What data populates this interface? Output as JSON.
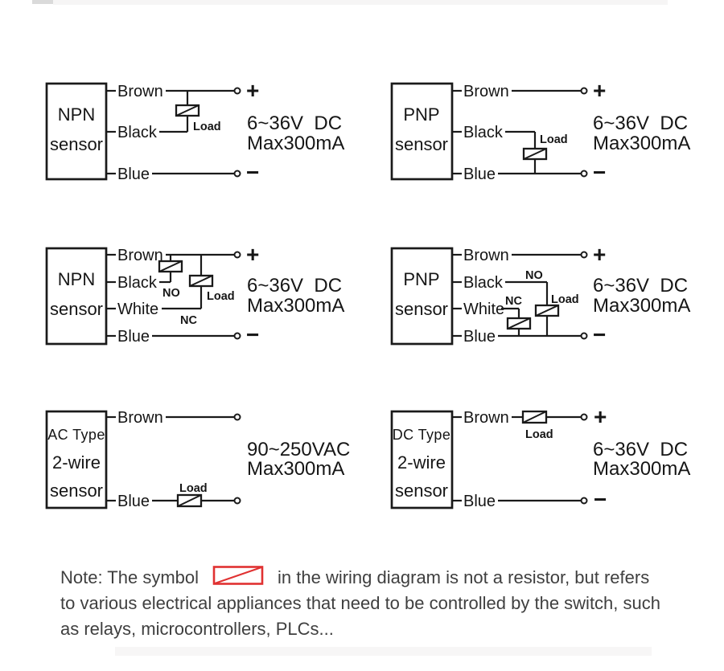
{
  "colors": {
    "line": "#1a1a1a",
    "note_text": "#3f3f3f",
    "red_symbol": "#e03131"
  },
  "diagrams": {
    "npn_3wire": {
      "name_line1": "NPN",
      "name_line2": "sensor",
      "wire_brown": "Brown",
      "wire_black": "Black",
      "wire_blue": "Blue",
      "load_label": "Load",
      "plus": "+",
      "minus": "−",
      "rating_line1": "6~36V  DC",
      "rating_line2": "Max300mA"
    },
    "pnp_3wire": {
      "name_line1": "PNP",
      "name_line2": "sensor",
      "wire_brown": "Brown",
      "wire_black": "Black",
      "wire_blue": "Blue",
      "load_label": "Load",
      "plus": "+",
      "minus": "−",
      "rating_line1": "6~36V  DC",
      "rating_line2": "Max300mA"
    },
    "npn_4wire": {
      "name_line1": "NPN",
      "name_line2": "sensor",
      "wire_brown": "Brown",
      "wire_black": "Black",
      "wire_white": "White",
      "wire_blue": "Blue",
      "label_no": "NO",
      "label_nc": "NC",
      "load_label": "Load",
      "plus": "+",
      "minus": "−",
      "rating_line1": "6~36V  DC",
      "rating_line2": "Max300mA"
    },
    "pnp_4wire": {
      "name_line1": "PNP",
      "name_line2": "sensor",
      "wire_brown": "Brown",
      "wire_black": "Black",
      "wire_white": "White",
      "wire_blue": "Blue",
      "label_no": "NO",
      "label_nc": "NC",
      "load_label": "Load",
      "plus": "+",
      "minus": "−",
      "rating_line1": "6~36V  DC",
      "rating_line2": "Max300mA"
    },
    "ac_2wire": {
      "name_line1": "AC Type",
      "name_line2": "2-wire",
      "name_line3": "sensor",
      "wire_brown": "Brown",
      "wire_blue": "Blue",
      "load_label": "Load",
      "rating_line1": "90~250VAC",
      "rating_line2": "Max300mA"
    },
    "dc_2wire": {
      "name_line1": "DC Type",
      "name_line2": "2-wire",
      "name_line3": "sensor",
      "wire_brown": "Brown",
      "wire_blue": "Blue",
      "load_label": "Load",
      "plus": "+",
      "minus": "−",
      "rating_line1": "6~36V  DC",
      "rating_line2": "Max300mA"
    }
  },
  "note": {
    "text_before_symbol": "Note: The symbol",
    "text_after_symbol": "in the wiring diagram is not a resistor, but refers",
    "line2": "to various electrical appliances that need to be controlled by the switch, such",
    "line3": "as relays, microcontrollers, PLCs..."
  }
}
